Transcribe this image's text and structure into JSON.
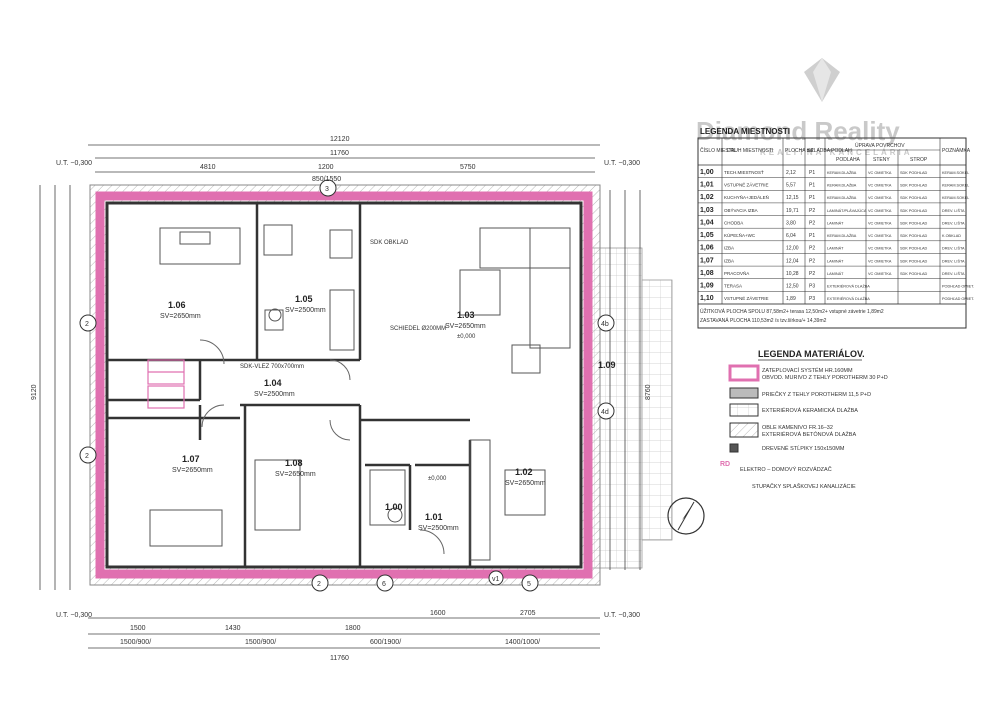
{
  "watermark": {
    "brand": "Diamond Reality",
    "sub": "REALITNÁ KANCELÁRIA"
  },
  "dimensions": {
    "top_total": "12120",
    "top_inner": "11760",
    "top_left": "4810",
    "top_right": "5750",
    "top_mid": "1200",
    "top_window": "850/1550",
    "bottom_total": "11760",
    "left_total": "9120",
    "right_total": "8760",
    "ut_left": "U.T. −0,300",
    "ut_right": "U.T. −0,300",
    "ut_bottom_left": "U.T. −0,300",
    "ut_bottom_right": "U.T. −0,300",
    "bottom_row1": [
      "1500",
      "1430",
      "1800",
      "1600",
      "2705"
    ],
    "bottom_row2": [
      "1500/900/",
      "1500/900/",
      "600/1900/",
      "1400/1000/"
    ]
  },
  "rooms": [
    {
      "id": "1.06",
      "sv": "SV=2650mm"
    },
    {
      "id": "1.05",
      "sv": "SV=2500mm"
    },
    {
      "id": "1.03",
      "sv": "SV=2650mm"
    },
    {
      "id": "1.04",
      "sv": "SV=2500mm"
    },
    {
      "id": "1.07",
      "sv": "SV=2650mm"
    },
    {
      "id": "1.08",
      "sv": "SV=2650mm"
    },
    {
      "id": "1.00",
      "sv": ""
    },
    {
      "id": "1.01",
      "sv": "SV=2500mm"
    },
    {
      "id": "1.02",
      "sv": "SV=2650mm"
    },
    {
      "id": "1.09",
      "sv": ""
    }
  ],
  "plan_notes": {
    "sdk_obklad": "SDK OBKLAD",
    "schiedel": "SCHIEDEL Ø200MM",
    "sdk_vlez": "SDK-VLEZ 700x700mm",
    "zero_level": "±0,000",
    "zero_level2": "±0,000"
  },
  "room_legend": {
    "title": "LEGENDA MIESTNOSTI",
    "headers": [
      "ČÍSLO MIESTN.",
      "DRUH MIESTNOSTI",
      "PLOCHA m2",
      "SKLADBA PODLAH",
      "ÚPRAVA POVRCHOV",
      "POZNÁMKA"
    ],
    "subheaders": [
      "PODLAHA",
      "STENY",
      "STROP"
    ],
    "rows": [
      {
        "no": "1,00",
        "name": "TECH.MIESTNOSŤ",
        "area": "2,12",
        "skl": "P1",
        "floor": "KERAM.DLAŽBA",
        "walls": "VC OMIETKA",
        "ceil": "SDK PODHLAD",
        "note": "KERAM.SOKEL"
      },
      {
        "no": "1,01",
        "name": "VSTUPNÉ ZÁVETRIE",
        "area": "5,57",
        "skl": "P1",
        "floor": "KERAM.DLAŽBA",
        "walls": "VC OMIETKA",
        "ceil": "SDK PODHLAD",
        "note": "KERAM.SOKEL"
      },
      {
        "no": "1,02",
        "name": "KUCHYŇA+JEDÁLEŇ",
        "area": "12,15",
        "skl": "P1",
        "floor": "KERAM.DLAŽBA",
        "walls": "VC OMIETKA",
        "ceil": "SDK PODHLAD",
        "note": "KERAM.SOKEL"
      },
      {
        "no": "1,03",
        "name": "OBÝVACIA IZBA",
        "area": "19,71",
        "skl": "P2",
        "floor": "LAMINÁT/PLÁVAJÚCA",
        "walls": "VC OMIETKA",
        "ceil": "SDK PODHLAD",
        "note": "DREV. LIŠTA"
      },
      {
        "no": "1,04",
        "name": "CHODBA",
        "area": "3,80",
        "skl": "P2",
        "floor": "LAMINÁT",
        "walls": "VC OMIETKA",
        "ceil": "SDK PODHLAD",
        "note": "DREV. LIŠTA"
      },
      {
        "no": "1,05",
        "name": "KÚPEĽŇA+WC",
        "area": "6,04",
        "skl": "P1",
        "floor": "KERAM.DLAŽBA",
        "walls": "VC OMIETKA",
        "ceil": "SDK PODHLAD",
        "note": "K.OBKLAD"
      },
      {
        "no": "1,06",
        "name": "IZBA",
        "area": "12,00",
        "skl": "P2",
        "floor": "LAMINÁT",
        "walls": "VC OMIETKA",
        "ceil": "SDK PODHLAD",
        "note": "DREV. LIŠTA"
      },
      {
        "no": "1,07",
        "name": "IZBA",
        "area": "12,04",
        "skl": "P2",
        "floor": "LAMINÁT",
        "walls": "VC OMIETKA",
        "ceil": "SDK PODHLAD",
        "note": "DREV. LIŠTA"
      },
      {
        "no": "1,08",
        "name": "PRACOVŇA",
        "area": "10,28",
        "skl": "P2",
        "floor": "LAMINÁT",
        "walls": "VC OMIETKA",
        "ceil": "SDK PODHLAD",
        "note": "DREV. LIŠTA"
      },
      {
        "no": "1,09",
        "name": "TERASA",
        "area": "12,50",
        "skl": "P3",
        "floor": "EXTERIÉROVÁ DLAŽBA",
        "walls": "",
        "ceil": "",
        "note": "PODHĽAD OMIET."
      },
      {
        "no": "1,10",
        "name": "VSTUPNÉ ZÁVETRIE",
        "area": "1,89",
        "skl": "P3",
        "floor": "EXTERIÉROVÁ DLAŽBA",
        "walls": "",
        "ceil": "",
        "note": "PODHĽAD OMIET."
      }
    ],
    "footer1": "ÚŽITKOVÁ PLOCHA SPOLU   87,58m2+ terasa 12,50m2+ vstupné závetrie 1,89m2",
    "footer2": "ZASTAVANÁ PLOCHA   110,53m2 /s tzv.šírkou/+ 14,39m2"
  },
  "material_legend": {
    "title": "LEGENDA MATERIÁLOV.",
    "items": [
      {
        "text": "ZATEPLOVACÍ SYSTÉM HR.160MM\nOBVOD. MURIVO Z TEHLY POROTHERM 30 P+D",
        "color": "#e070b0"
      },
      {
        "text": "PRIEČKY Z TEHLY POROTHERM 11,5 P+D",
        "color": "#888888"
      },
      {
        "text": "EXTERIÉROVÁ KERAMICKÁ DLAŽBA",
        "color": "#bbbbbb"
      },
      {
        "text": "OBLE KAMENIVO FR.16–32\nEXTERIÉROVÁ BETÓNOVÁ DLAŽBA",
        "color": "#999999"
      },
      {
        "text": "DREVENÉ STĹPIKY 150x150MM",
        "color": "#555555"
      }
    ],
    "rd_label": "RD",
    "rd_text": "ELEKTRO – DOMOVÝ ROZVÁDZAČ",
    "stupacky": "STUPAČKY SPLAŠKOVEJ KANALIZÁCIE"
  },
  "colors": {
    "wall_pink": "#e070b0",
    "line": "#333333",
    "grid": "#bdbdbd"
  }
}
